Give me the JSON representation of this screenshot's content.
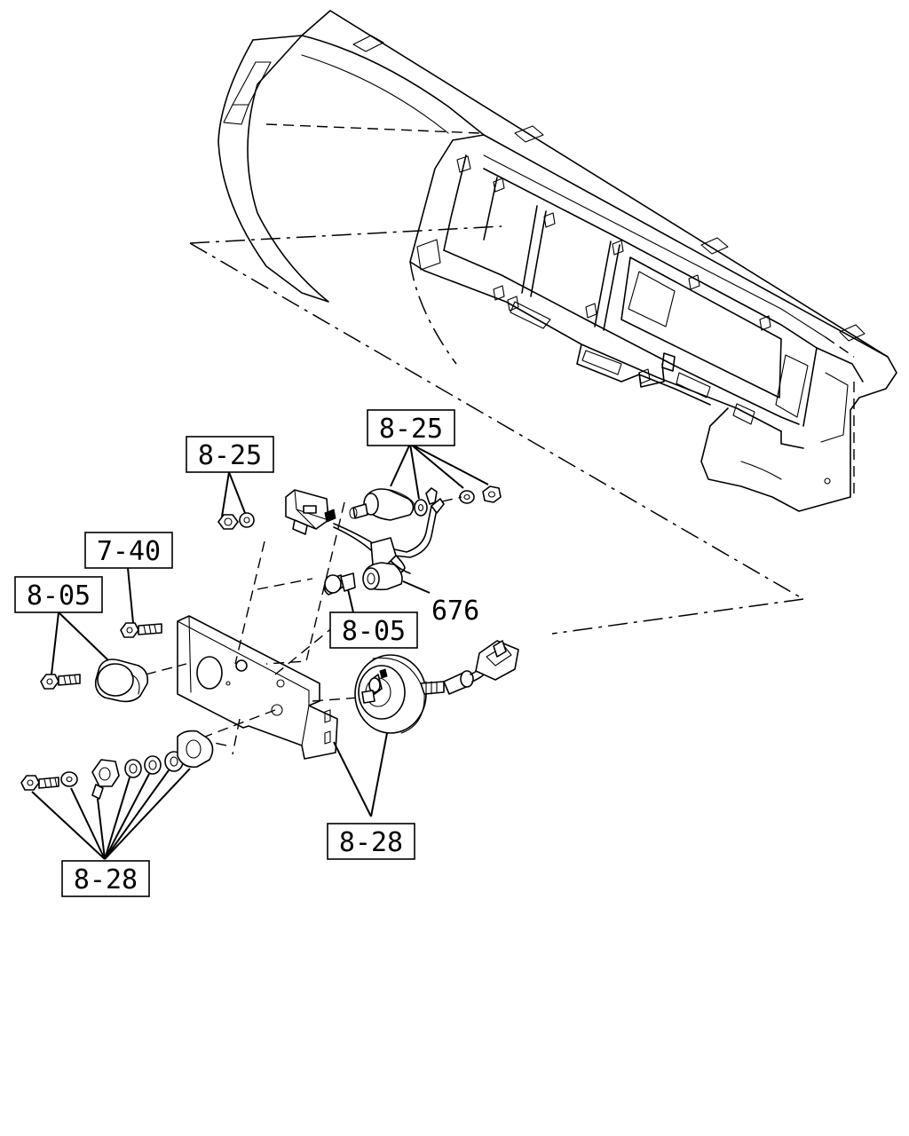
{
  "callouts": [
    {
      "id": "c1",
      "text": "8-25"
    },
    {
      "id": "c2",
      "text": "8-25"
    },
    {
      "id": "c3",
      "text": "7-40"
    },
    {
      "id": "c4",
      "text": "8-05"
    },
    {
      "id": "c5",
      "text": "8-05"
    },
    {
      "id": "c6",
      "text": "8-28"
    },
    {
      "id": "c7",
      "text": "8-28"
    }
  ],
  "part_number": "676"
}
